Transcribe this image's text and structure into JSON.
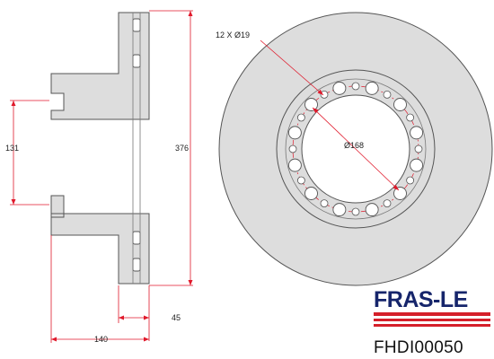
{
  "dimensions": {
    "hole_spec": "12 X Ø19",
    "bolt_circle": "Ø168",
    "hub_bore": "131",
    "outer_diameter": "376",
    "hub_height": "45",
    "overall_height": "140"
  },
  "brand": {
    "name": "FRAS-LE",
    "part_number": "FHDI00050"
  },
  "colors": {
    "disc_fill": "#dddddd",
    "outline": "#555555",
    "dimension_line": "#e0192b",
    "brand_blue": "#16256b",
    "brand_red": "#d5202a"
  },
  "holes": {
    "count": 12
  }
}
